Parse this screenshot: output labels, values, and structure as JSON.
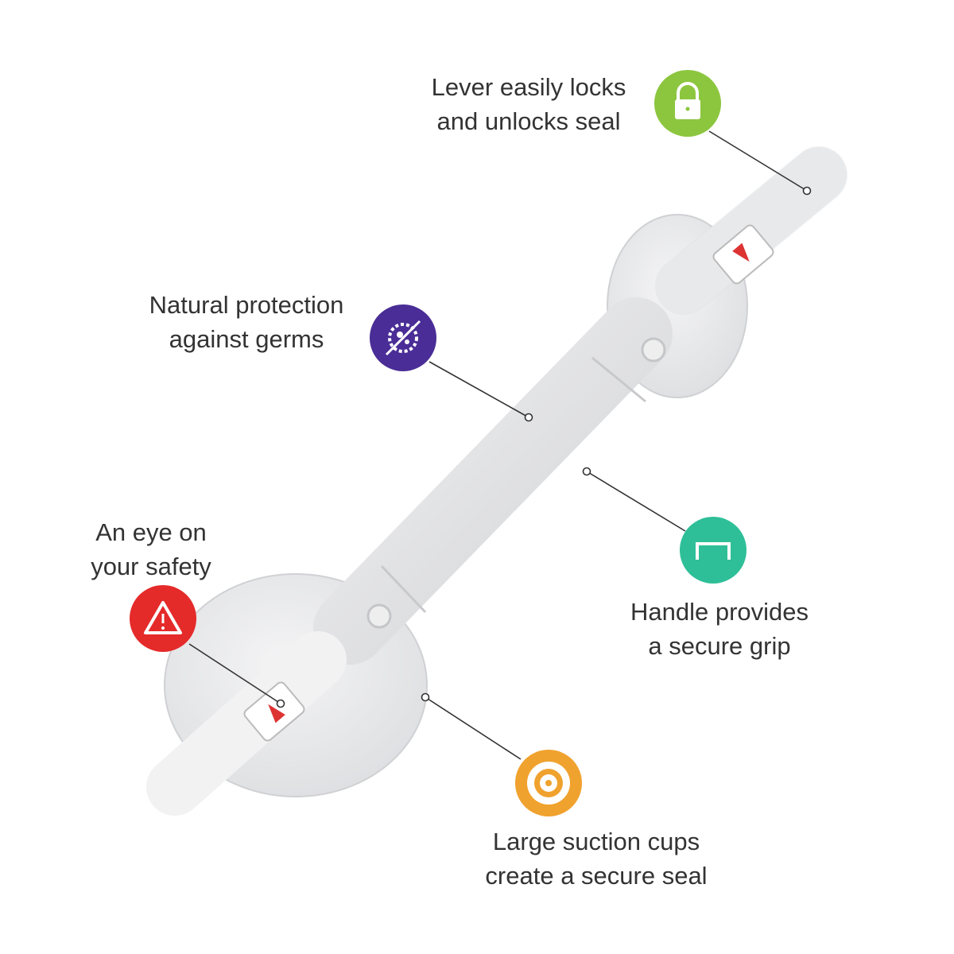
{
  "colors": {
    "lock": "#8cc63f",
    "germs": "#4a2d96",
    "grip": "#2ebf98",
    "safety": "#e52a2a",
    "suction": "#f0a22e"
  },
  "features": [
    {
      "icon": "lock-icon",
      "lines": [
        "Lever easily locks",
        "and unlocks seal"
      ]
    },
    {
      "icon": "germ-crossed-icon",
      "lines": [
        "Natural protection",
        "against germs"
      ]
    },
    {
      "icon": "warning-triangle-icon",
      "lines": [
        "An eye on",
        "your safety"
      ]
    },
    {
      "icon": "handle-icon",
      "lines": [
        "Handle provides",
        "a secure grip"
      ]
    },
    {
      "icon": "target-icon",
      "lines": [
        "Large suction cups",
        "create a secure seal"
      ]
    }
  ]
}
